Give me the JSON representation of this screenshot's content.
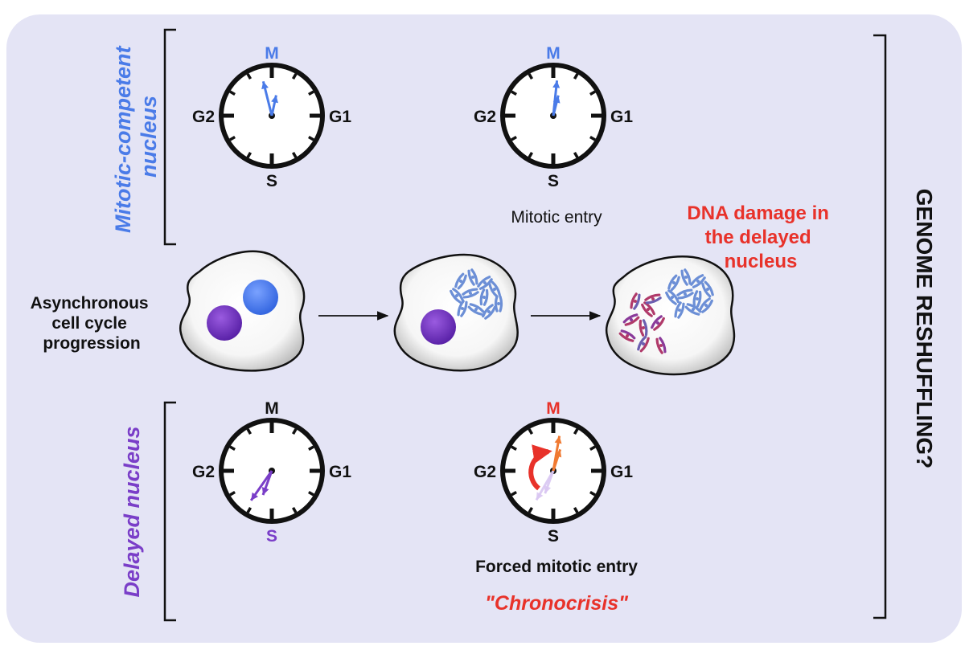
{
  "colors": {
    "background": "#e4e4f5",
    "blue": "#4a7be8",
    "purple": "#7a3ec8",
    "red": "#e8322a",
    "orange": "#f07a32",
    "black": "#111111",
    "nucleus_blue": "#4f7ff0",
    "nucleus_purple": "#6b2fb8"
  },
  "labels": {
    "mitotic_competent": [
      "Mitotic-competent",
      "nucleus"
    ],
    "delayed_nucleus": "Delayed nucleus",
    "async_progression": [
      "Asynchronous",
      "cell cycle",
      "progression"
    ],
    "mitotic_entry": "Mitotic entry",
    "dna_damage": [
      "DNA damage in",
      "the delayed",
      "nucleus"
    ],
    "forced_mitotic_entry": "Forced mitotic entry",
    "chronocrisis": "\"Chronocrisis\"",
    "genome_reshuffling": "GENOME RESHUFFLING?"
  },
  "clock_labels": {
    "top": "M",
    "left": "G2",
    "right": "G1",
    "bottom": "S"
  },
  "clocks": [
    {
      "id": "clock-competent-1",
      "highlight": "M",
      "highlight_color": "blue",
      "hand_color": "blue"
    },
    {
      "id": "clock-competent-2",
      "highlight": "M",
      "highlight_color": "blue",
      "hand_color": "blue"
    },
    {
      "id": "clock-delayed-1",
      "highlight": "S",
      "highlight_color": "purple",
      "hand_color": "purple"
    },
    {
      "id": "clock-delayed-2",
      "highlight": "M",
      "highlight_color": "red",
      "hand_color": "orange"
    }
  ]
}
